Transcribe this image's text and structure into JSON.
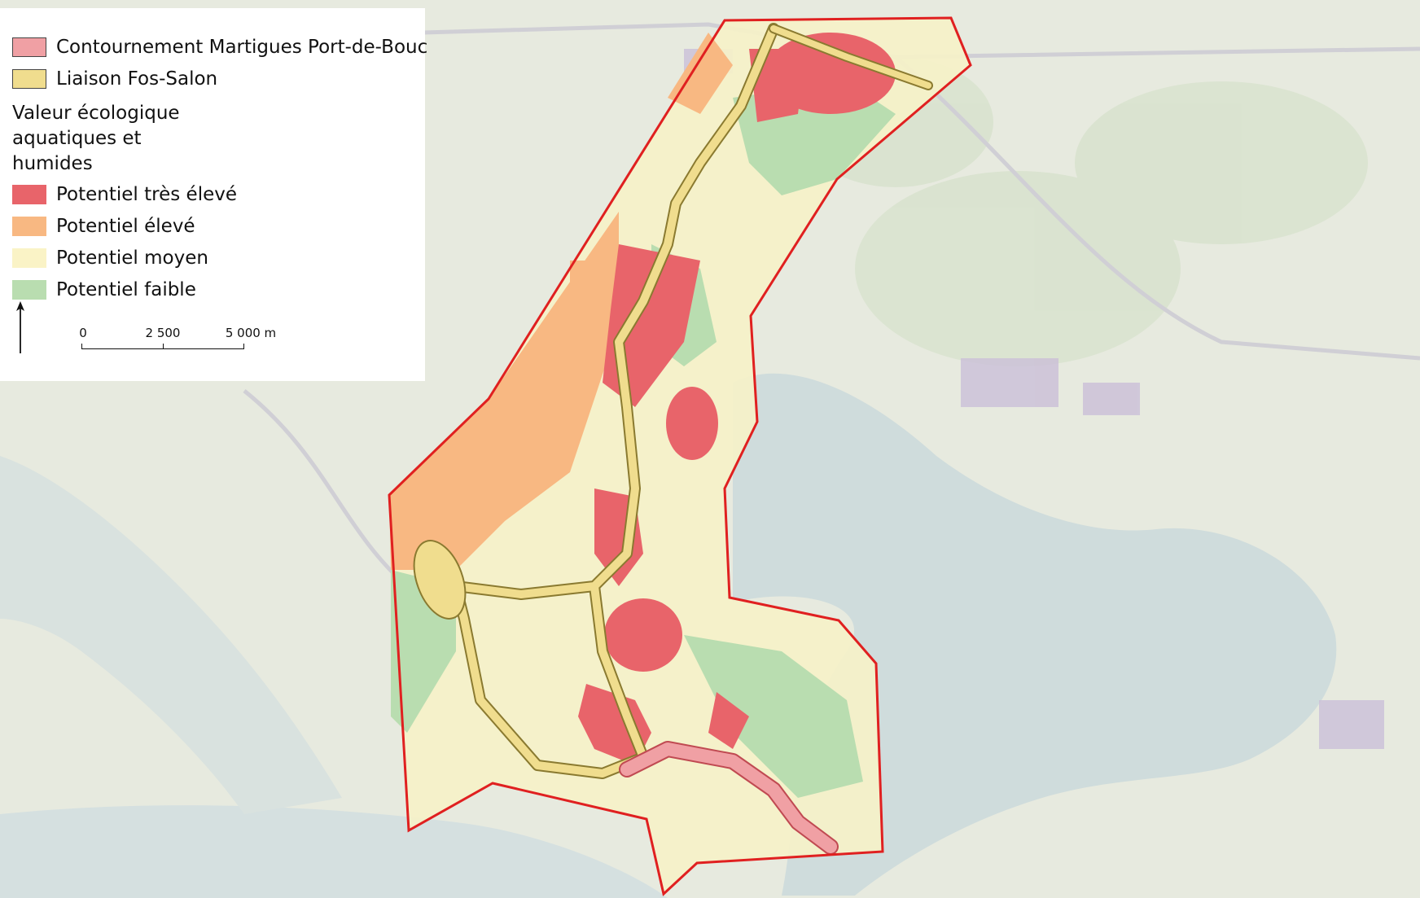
{
  "legend": {
    "items": [
      {
        "label": "Contournement Martigues Port-de-Bouc",
        "color": "#f0a0a4",
        "outlined": true
      },
      {
        "label": "Liaison Fos-Salon",
        "color": "#f0dd8e",
        "outlined": true
      }
    ],
    "section_title": "Valeur écologique aquatiques et humides",
    "classes": [
      {
        "label": "Potentiel très élevé",
        "color": "#e8646a"
      },
      {
        "label": "Potentiel élevé",
        "color": "#f8b882"
      },
      {
        "label": "Potentiel moyen",
        "color": "#faf3c6"
      },
      {
        "label": "Potentiel faible",
        "color": "#b9ddb0"
      }
    ]
  },
  "north_arrow": {
    "icon": "north-arrow-icon"
  },
  "scalebar": {
    "label_0": "0",
    "label_1": "2 500",
    "label_2": "5 000 m"
  },
  "colors": {
    "study_area_outline": "#e02020",
    "water": "#cfdcdc",
    "land": "#e7eadf"
  }
}
